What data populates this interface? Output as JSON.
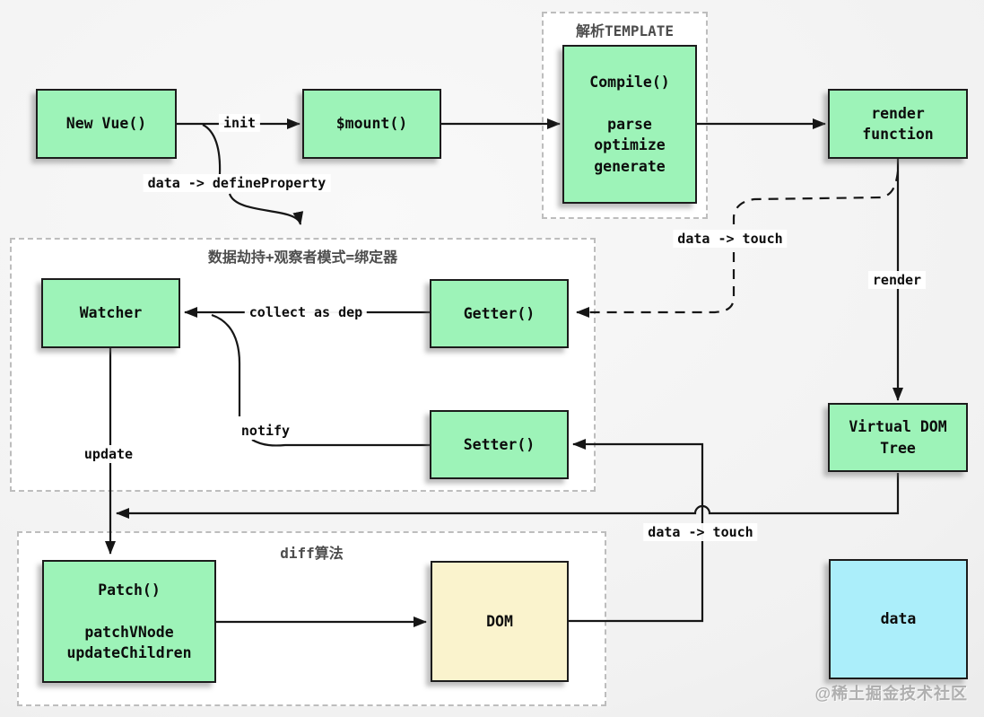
{
  "nodes": {
    "new_vue": {
      "label": "New Vue()"
    },
    "mount": {
      "label": "$mount()"
    },
    "compile": {
      "label": "Compile()\n\nparse\noptimize\ngenerate"
    },
    "render_fn": {
      "label": "render\nfunction"
    },
    "watcher": {
      "label": "Watcher"
    },
    "getter": {
      "label": "Getter()"
    },
    "setter": {
      "label": "Setter()"
    },
    "vdom": {
      "label": "Virtual DOM\nTree"
    },
    "patch": {
      "label": "Patch()\n\npatchVNode\nupdateChildren"
    },
    "dom": {
      "label": "DOM"
    },
    "data": {
      "label": "data"
    }
  },
  "containers": {
    "template": {
      "title": "解析TEMPLATE"
    },
    "binder": {
      "title": "数据劫持+观察者模式=绑定器"
    },
    "diff": {
      "title": "diff算法"
    }
  },
  "edge_labels": {
    "init": "init",
    "define_property": "data -> defineProperty",
    "touch_top": "data -> touch",
    "render": "render",
    "collect": "collect as dep",
    "notify": "notify",
    "update": "update",
    "touch_bottom": "data -> touch"
  },
  "watermark": "@稀土掘金技术社区",
  "colors": {
    "node_green": "#9df3b8",
    "node_yellow": "#faf3cd",
    "node_cyan": "#abeefa",
    "line": "#161616",
    "container_border": "#bdbdbd",
    "title_text": "#4d4d4d",
    "background": "#f1f1f1"
  }
}
